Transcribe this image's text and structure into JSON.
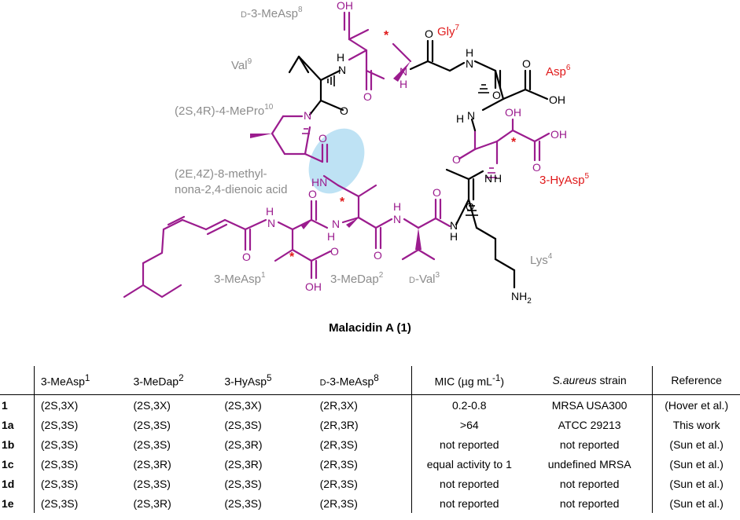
{
  "labels": {
    "d3measp8_prefix": "D",
    "d3measp8_name": "-3-MeAsp",
    "d3measp8_sup": "8",
    "gly7": "Gly",
    "gly7_sup": "7",
    "asp6": "Asp",
    "asp6_sup": "6",
    "val9": "Val",
    "val9_sup": "9",
    "mepro10": "(2S,4R)-4-MePro",
    "mepro10_sup": "10",
    "hyasp5": "3-HyAsp",
    "hyasp5_sup": "5",
    "fatty_line1": "(2E,4Z)-8-methyl-",
    "fatty_line2": "nona-2,4-dienoic acid",
    "lys4": "Lys",
    "lys4_sup": "4",
    "measp1": "3-MeAsp",
    "measp1_sup": "1",
    "medap2": "3-MeDap",
    "medap2_sup": "2",
    "dval3_prefix": "D",
    "dval3_name": "-Val",
    "dval3_sup": "3"
  },
  "atoms": {
    "OH": "OH",
    "O": "O",
    "N": "N",
    "H": "H",
    "HN": "HN",
    "NH2": "NH",
    "sub2": "2",
    "star": "*"
  },
  "caption": "Malacidin A (1)",
  "table": {
    "headers": [
      "",
      "3-MeAsp",
      "3-MeDap",
      "3-HyAsp",
      "-3-MeAsp",
      "MIC (µg mL",
      "S.aureus strain",
      "Reference"
    ],
    "header_sups": [
      "",
      "1",
      "2",
      "5",
      "8",
      "-1",
      "",
      ""
    ],
    "header_prefix4": "D",
    "header_suffix5": ")",
    "header_strain_rest": " strain",
    "header_strain_italic": "S.aureus",
    "rows": [
      {
        "id": "1",
        "c1": "(2S,3X)",
        "c2": "(2S,3X)",
        "c3": "(2S,3X)",
        "c4": "(2R,3X)",
        "mic": "0.2-0.8",
        "strain": "MRSA USA300",
        "ref": "(Hover et al.)"
      },
      {
        "id": "1a",
        "c1": "(2S,3S)",
        "c2": "(2S,3S)",
        "c3": "(2S,3S)",
        "c4": "(2R,3R)",
        "mic": ">64",
        "strain": "ATCC 29213",
        "ref": "This work"
      },
      {
        "id": "1b",
        "c1": "(2S,3S)",
        "c2": "(2S,3S)",
        "c3": "(2S,3R)",
        "c4": "(2R,3S)",
        "mic": "not reported",
        "strain": "not reported",
        "ref": "(Sun et al.)"
      },
      {
        "id": "1c",
        "c1": "(2S,3S)",
        "c2": "(2S,3R)",
        "c3": "(2S,3R)",
        "c4": "(2R,3S)",
        "mic": "equal activity to 1",
        "strain": "undefined MRSA",
        "ref": "(Sun et al.)"
      },
      {
        "id": "1d",
        "c1": "(2S,3S)",
        "c2": "(2S,3S)",
        "c3": "(2S,3S)",
        "c4": "(2R,3S)",
        "mic": "not reported",
        "strain": "not reported",
        "ref": "(Sun et al.)"
      },
      {
        "id": "1e",
        "c1": "(2S,3S)",
        "c2": "(2S,3R)",
        "c3": "(2S,3S)",
        "c4": "(2R,3S)",
        "mic": "not reported",
        "strain": "not reported",
        "ref": "(Sun et al.)"
      }
    ]
  },
  "colors": {
    "purple": "#9B1C8E",
    "red": "#E0191A",
    "gray": "#8C8C8C",
    "black": "#000000",
    "highlight": "#A8D8F0"
  }
}
